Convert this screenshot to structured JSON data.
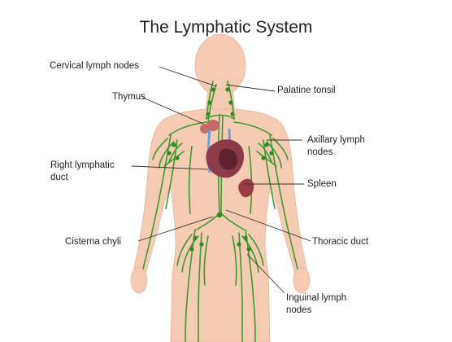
{
  "title": "The Lymphatic System",
  "labels": {
    "cervical": "Cervical lymph nodes",
    "palatine": "Palatine tonsil",
    "thymus": "Thymus",
    "axillary_1": "Axillary lymph",
    "axillary_2": "nodes",
    "right_duct_1": "Right lymphatic",
    "right_duct_2": "duct",
    "spleen": "Spleen",
    "cisterna": "Cisterna chyli",
    "thoracic": "Thoracic duct",
    "inguinal_1": "Inguinal lymph",
    "inguinal_2": "nodes"
  },
  "colors": {
    "skin": "#f6cbb3",
    "skin_edge": "#e9b397",
    "lymph": "#3a9b2c",
    "lymph_node": "#2f8a22",
    "heart": "#8b3a4a",
    "heart_dark": "#5e2130",
    "spleen": "#9b3b42",
    "thymus": "#c46a6a",
    "vessel_blue": "#6f9fd8",
    "leader": "#333333"
  }
}
